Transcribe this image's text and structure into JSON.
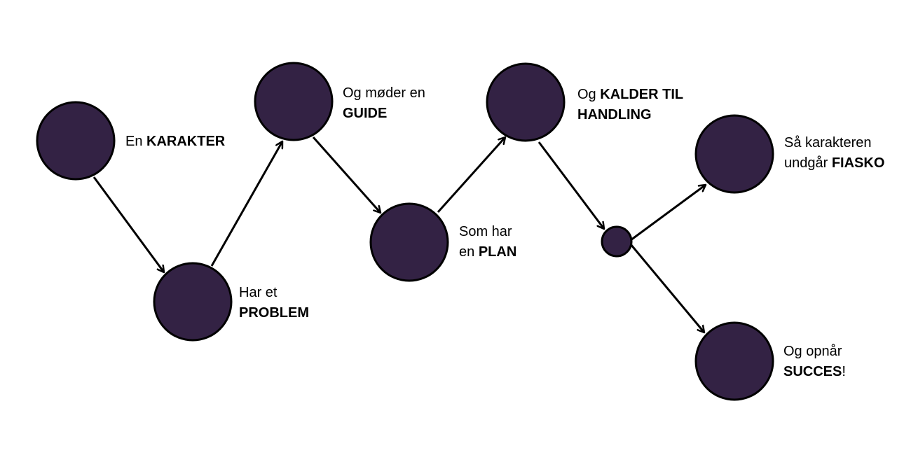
{
  "colors": {
    "node_fill": "#332244",
    "node_stroke": "#000000",
    "arrow": "#000000"
  },
  "steps": [
    {
      "id": "karakter",
      "line1_plain": "En ",
      "line1_bold": "KARAKTER",
      "line2_plain": "",
      "line2_bold": "",
      "line2_tail": ""
    },
    {
      "id": "problem",
      "line1_plain": "Har et",
      "line1_bold": "",
      "line2_plain": "",
      "line2_bold": "PROBLEM",
      "line2_tail": ""
    },
    {
      "id": "guide",
      "line1_plain": "Og møder en",
      "line1_bold": "",
      "line2_plain": "",
      "line2_bold": "GUIDE",
      "line2_tail": ""
    },
    {
      "id": "plan",
      "line1_plain": "Som har",
      "line1_bold": "",
      "line2_plain": "en ",
      "line2_bold": "PLAN",
      "line2_tail": ""
    },
    {
      "id": "handling",
      "line1_plain": "Og ",
      "line1_bold": "KALDER TIL",
      "line2_plain": "",
      "line2_bold": "HANDLING",
      "line2_tail": ""
    },
    {
      "id": "fiasko",
      "line1_plain": "Så karakteren",
      "line1_bold": "",
      "line2_plain": "undgår ",
      "line2_bold": "FIASKO",
      "line2_tail": ""
    },
    {
      "id": "succes",
      "line1_plain": "Og opnår",
      "line1_bold": "",
      "line2_plain": "",
      "line2_bold": "SUCCES",
      "line2_tail": "!"
    }
  ]
}
